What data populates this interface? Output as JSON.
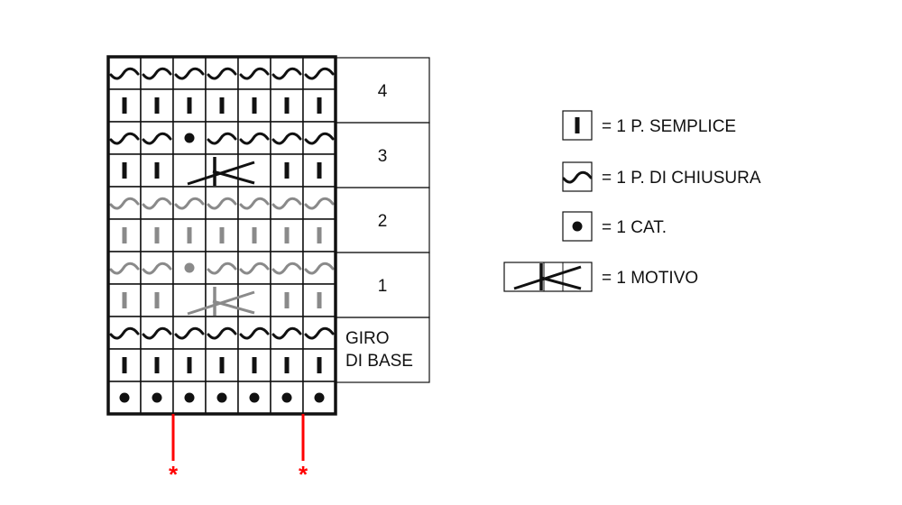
{
  "colors": {
    "black": "#111111",
    "gray": "#8a8a8a",
    "red": "#ff0000",
    "grid": "#111111"
  },
  "grid": {
    "columns": 7,
    "rows": [
      {
        "cells": [
          "chain-ch",
          "chain-ch",
          "chain-ch",
          "chain-ch",
          "chain-ch",
          "chain-ch",
          "chain-ch"
        ],
        "tone": "black"
      },
      {
        "cells": [
          "simple",
          "simple",
          "simple",
          "simple",
          "simple",
          "simple",
          "simple"
        ],
        "tone": "black"
      },
      {
        "cells": [
          "chain-ch",
          "chain-ch",
          "cat",
          "chain-ch",
          "chain-ch",
          "chain-ch",
          "chain-ch"
        ],
        "tone": "black"
      },
      {
        "cells": [
          "simple",
          "simple",
          "motif",
          "",
          "",
          "simple",
          "simple"
        ],
        "tone": "black"
      },
      {
        "cells": [
          "chain-ch",
          "chain-ch",
          "chain-ch",
          "chain-ch",
          "chain-ch",
          "chain-ch",
          "chain-ch"
        ],
        "tone": "gray"
      },
      {
        "cells": [
          "simple",
          "simple",
          "simple",
          "simple",
          "simple",
          "simple",
          "simple"
        ],
        "tone": "gray"
      },
      {
        "cells": [
          "chain-ch",
          "chain-ch",
          "cat",
          "chain-ch",
          "chain-ch",
          "chain-ch",
          "chain-ch"
        ],
        "tone": "gray"
      },
      {
        "cells": [
          "simple",
          "simple",
          "motif",
          "",
          "",
          "simple",
          "simple"
        ],
        "tone": "gray"
      },
      {
        "cells": [
          "chain-ch",
          "chain-ch",
          "chain-ch",
          "chain-ch",
          "chain-ch",
          "chain-ch",
          "chain-ch"
        ],
        "tone": "black"
      },
      {
        "cells": [
          "simple",
          "simple",
          "simple",
          "simple",
          "simple",
          "simple",
          "simple"
        ],
        "tone": "black"
      },
      {
        "cells": [
          "cat",
          "cat",
          "cat",
          "cat",
          "cat",
          "cat",
          "cat"
        ],
        "tone": "black"
      }
    ],
    "row_labels": [
      {
        "lines": [
          "4"
        ],
        "span": 2
      },
      {
        "lines": [
          "3"
        ],
        "span": 2
      },
      {
        "lines": [
          "2"
        ],
        "span": 2
      },
      {
        "lines": [
          "1"
        ],
        "span": 2
      },
      {
        "lines": [
          "GIRO",
          "DI BASE"
        ],
        "span": 2
      }
    ],
    "repeat_markers": {
      "columns": [
        2,
        6
      ],
      "symbol": "*"
    }
  },
  "legend": [
    {
      "symbol": "simple",
      "label": "= 1 P. SEMPLICE"
    },
    {
      "symbol": "chain-ch",
      "label": "= 1 P. DI CHIUSURA"
    },
    {
      "symbol": "cat",
      "label": "= 1 CAT."
    },
    {
      "symbol": "motif",
      "label": "= 1 MOTIVO"
    }
  ]
}
